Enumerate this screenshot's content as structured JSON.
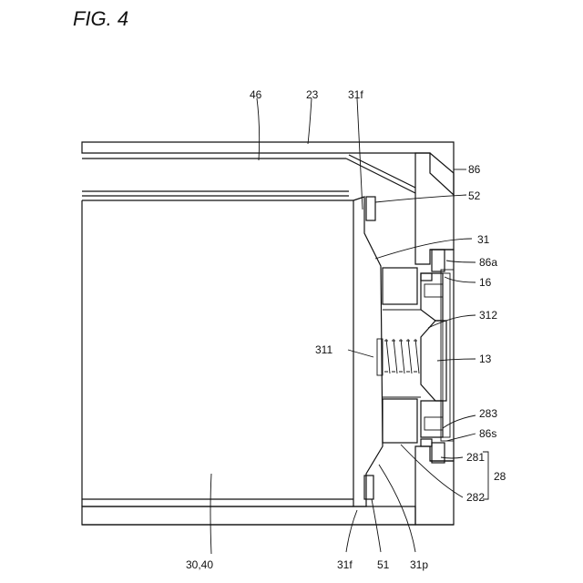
{
  "figure": {
    "title": "FIG. 4"
  },
  "labels": {
    "l46": "46",
    "l23": "23",
    "l31f_top": "31f",
    "l86": "86",
    "l52": "52",
    "l31": "31",
    "l86a": "86a",
    "l16": "16",
    "l312": "312",
    "l311": "311",
    "l13": "13",
    "l283": "283",
    "l86s": "86s",
    "l281": "281",
    "l28": "28",
    "l282": "282",
    "l3040": "30,40",
    "l31f_bot": "31f",
    "l51": "51",
    "l31p": "31p"
  }
}
